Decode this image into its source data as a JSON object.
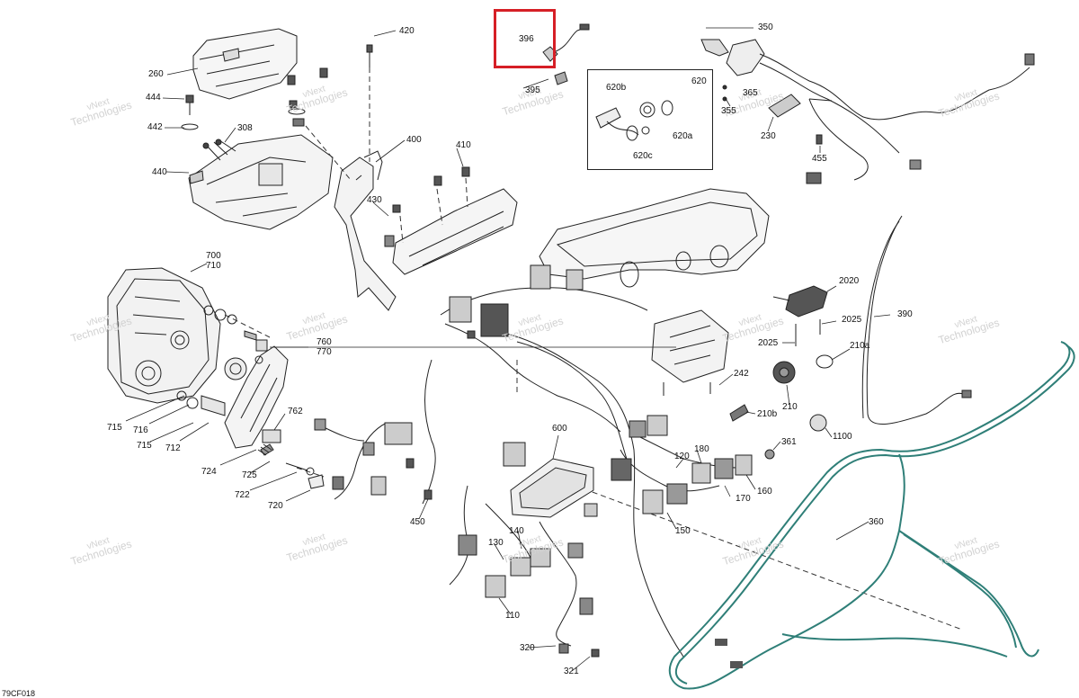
{
  "diagram": {
    "code": "79CF018",
    "highlighted_part": "396",
    "watermark_line1": "vNext",
    "watermark_line2": "Technologies",
    "accent_color": "#d61f26",
    "cable_color": "#2f7f78",
    "labels": [
      {
        "id": "p420",
        "text": "420"
      },
      {
        "id": "p396",
        "text": "396"
      },
      {
        "id": "p350",
        "text": "350"
      },
      {
        "id": "p260",
        "text": "260"
      },
      {
        "id": "p395",
        "text": "395"
      },
      {
        "id": "p620",
        "text": "620"
      },
      {
        "id": "p620b",
        "text": "620b"
      },
      {
        "id": "p365",
        "text": "365"
      },
      {
        "id": "p444",
        "text": "444"
      },
      {
        "id": "p355",
        "text": "355"
      },
      {
        "id": "p442",
        "text": "442"
      },
      {
        "id": "p308",
        "text": "308"
      },
      {
        "id": "p620a",
        "text": "620a"
      },
      {
        "id": "p230",
        "text": "230"
      },
      {
        "id": "p400",
        "text": "400"
      },
      {
        "id": "p410",
        "text": "410"
      },
      {
        "id": "p620c",
        "text": "620c"
      },
      {
        "id": "p455",
        "text": "455"
      },
      {
        "id": "p440",
        "text": "440"
      },
      {
        "id": "p430",
        "text": "430"
      },
      {
        "id": "p700",
        "text": "700"
      },
      {
        "id": "p710",
        "text": "710"
      },
      {
        "id": "p2020",
        "text": "2020"
      },
      {
        "id": "p390",
        "text": "390"
      },
      {
        "id": "p2025a",
        "text": "2025"
      },
      {
        "id": "p2025b",
        "text": "2025"
      },
      {
        "id": "p760",
        "text": "760"
      },
      {
        "id": "p770",
        "text": "770"
      },
      {
        "id": "p210a",
        "text": "210a"
      },
      {
        "id": "p242",
        "text": "242"
      },
      {
        "id": "p210",
        "text": "210"
      },
      {
        "id": "p210b",
        "text": "210b"
      },
      {
        "id": "p762",
        "text": "762"
      },
      {
        "id": "p715a",
        "text": "715"
      },
      {
        "id": "p716",
        "text": "716"
      },
      {
        "id": "p600",
        "text": "600"
      },
      {
        "id": "p1100",
        "text": "1100"
      },
      {
        "id": "p715b",
        "text": "715"
      },
      {
        "id": "p712",
        "text": "712"
      },
      {
        "id": "p361",
        "text": "361"
      },
      {
        "id": "p180",
        "text": "180"
      },
      {
        "id": "p120",
        "text": "120"
      },
      {
        "id": "p724",
        "text": "724"
      },
      {
        "id": "p725",
        "text": "725"
      },
      {
        "id": "p160",
        "text": "160"
      },
      {
        "id": "p722",
        "text": "722"
      },
      {
        "id": "p170",
        "text": "170"
      },
      {
        "id": "p720",
        "text": "720"
      },
      {
        "id": "p450",
        "text": "450"
      },
      {
        "id": "p360",
        "text": "360"
      },
      {
        "id": "p150",
        "text": "150"
      },
      {
        "id": "p140",
        "text": "140"
      },
      {
        "id": "p130",
        "text": "130"
      },
      {
        "id": "p110",
        "text": "110"
      },
      {
        "id": "p320",
        "text": "320"
      },
      {
        "id": "p321",
        "text": "321"
      }
    ]
  }
}
